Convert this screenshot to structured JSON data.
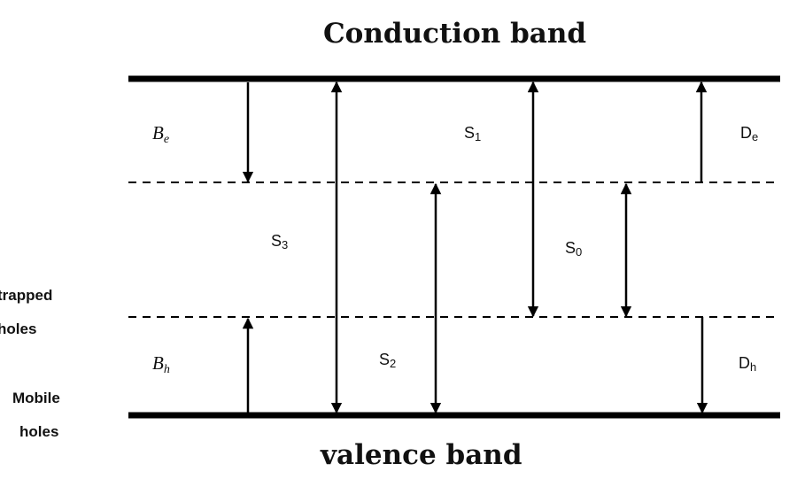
{
  "title_top": "Conduction band",
  "title_bottom": "valence band",
  "labels": {
    "Be": {
      "main": "B",
      "sub": "e"
    },
    "Bh": {
      "main": "B",
      "sub": "h"
    },
    "S0": {
      "main": "S",
      "sub": "0"
    },
    "S1": {
      "main": "S",
      "sub": "1"
    },
    "S2": {
      "main": "S",
      "sub": "2"
    },
    "S3": {
      "main": "S",
      "sub": "3"
    },
    "De": {
      "main": "D",
      "sub": "e"
    },
    "Dh": {
      "main": "D",
      "sub": "h"
    }
  },
  "side_labels": {
    "trapped": [
      "trapped",
      "holes"
    ],
    "mobile": [
      "Mobile",
      "holes"
    ]
  }
}
